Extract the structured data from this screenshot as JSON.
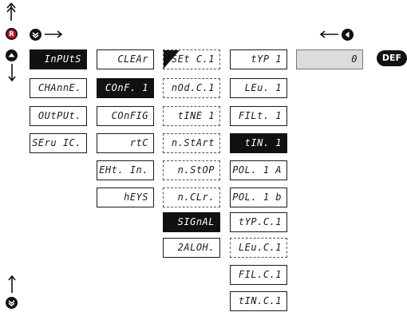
{
  "columns": {
    "col1": [
      "InPUtS",
      "CHAnnE.",
      "OUtPUt.",
      "SEru IC."
    ],
    "col2": [
      "CLEAr",
      "COnF. 1",
      "COnFIG",
      "rtC",
      "EHt. In.",
      "hEYS"
    ],
    "col3": [
      "SEt C.1",
      "nOd.C.1",
      "tINE 1",
      "n.StArt",
      "n.StOP",
      "n.CLr.",
      "SIGnAL",
      "2ALOH."
    ],
    "col4": [
      "tYP 1",
      "LEu. 1",
      "FILt. 1",
      "tIN. 1",
      "POL. 1 A",
      "POL. 1 b",
      "tYP.C.1",
      "LEu.C.1",
      "FIL.C.1",
      "tIN.C.1"
    ]
  },
  "value_display": "0",
  "def_badge": "DEF",
  "reset_badge": "R",
  "icons": [
    "double-up-arrow-icon",
    "reset-button-icon",
    "down-button-icon",
    "right-arrow-icon",
    "up-button-icon",
    "down-arrow-icon",
    "left-arrow-icon",
    "left-button-icon",
    "up-arrow-icon",
    "default-button-icon"
  ]
}
